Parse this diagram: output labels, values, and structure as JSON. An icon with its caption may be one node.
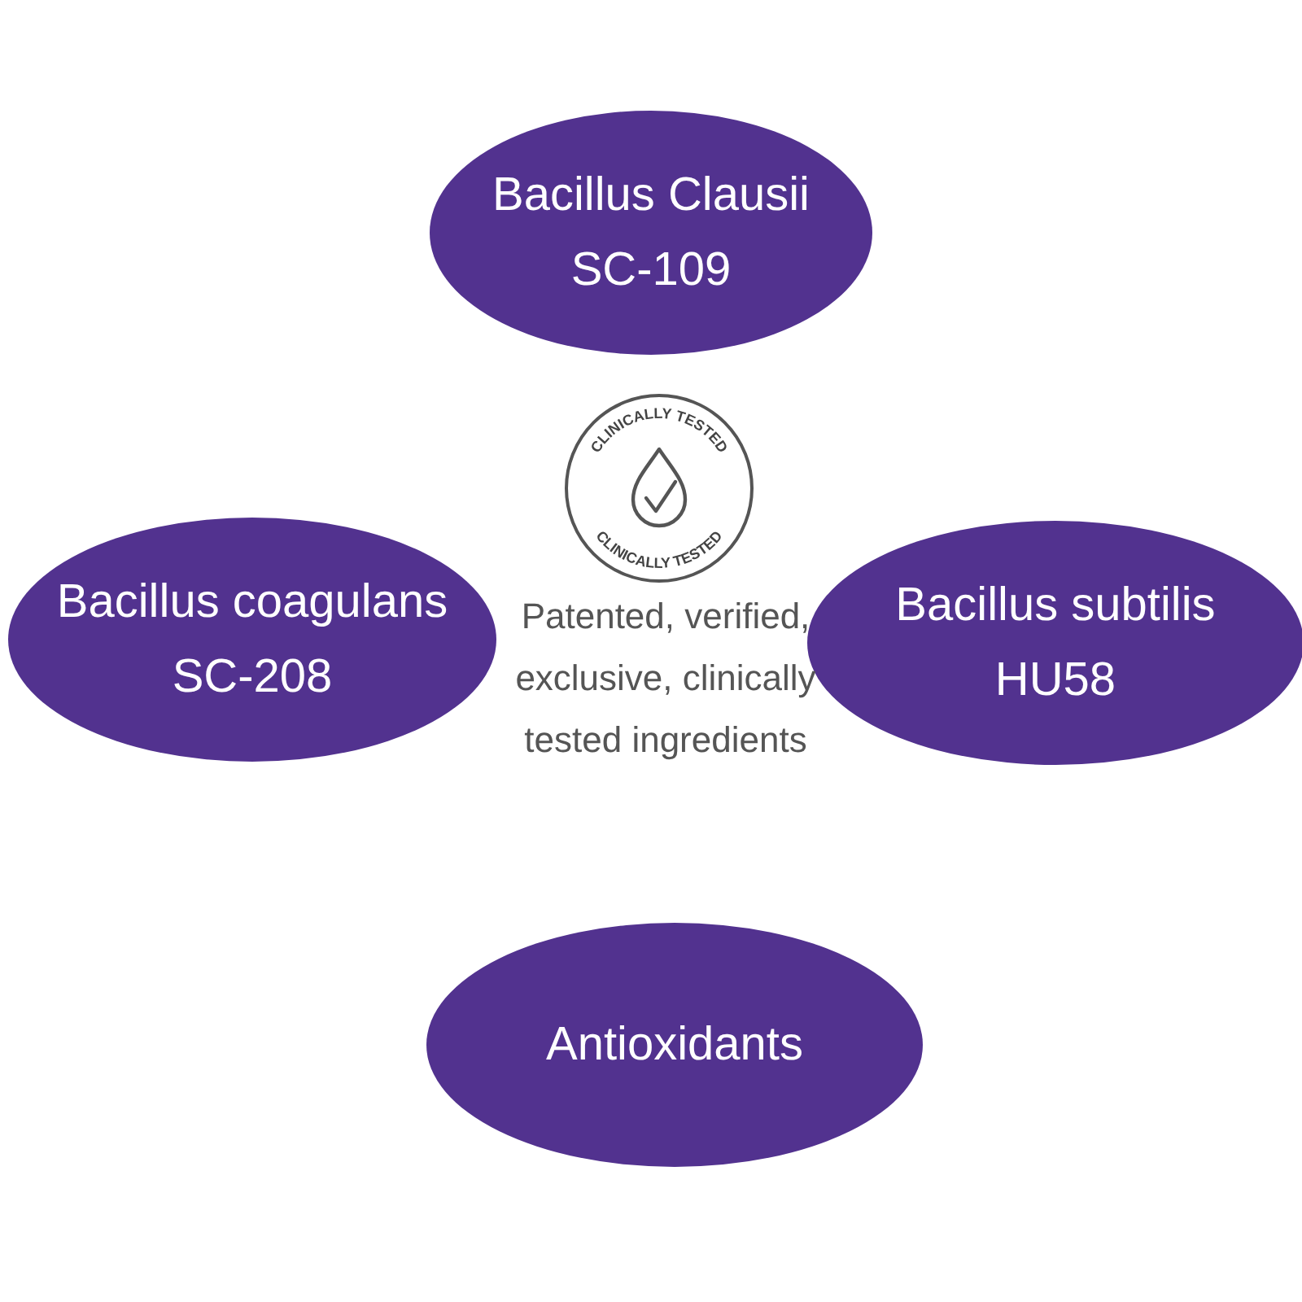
{
  "diagram": {
    "nodes": [
      {
        "text": [
          "Bacillus Clausii SC-109"
        ]
      },
      {
        "text": [
          "Bacillus coagulans SC-208"
        ]
      },
      {
        "text": [
          "Bacillus subtilis HU58"
        ]
      },
      {
        "text": [
          "Antioxidants"
        ]
      }
    ],
    "labels": [
      "CLINICALLY TESTED",
      "CLINICALLY TESTED",
      "Patented, verified, exclusive, clinically tested ingredients"
    ]
  }
}
